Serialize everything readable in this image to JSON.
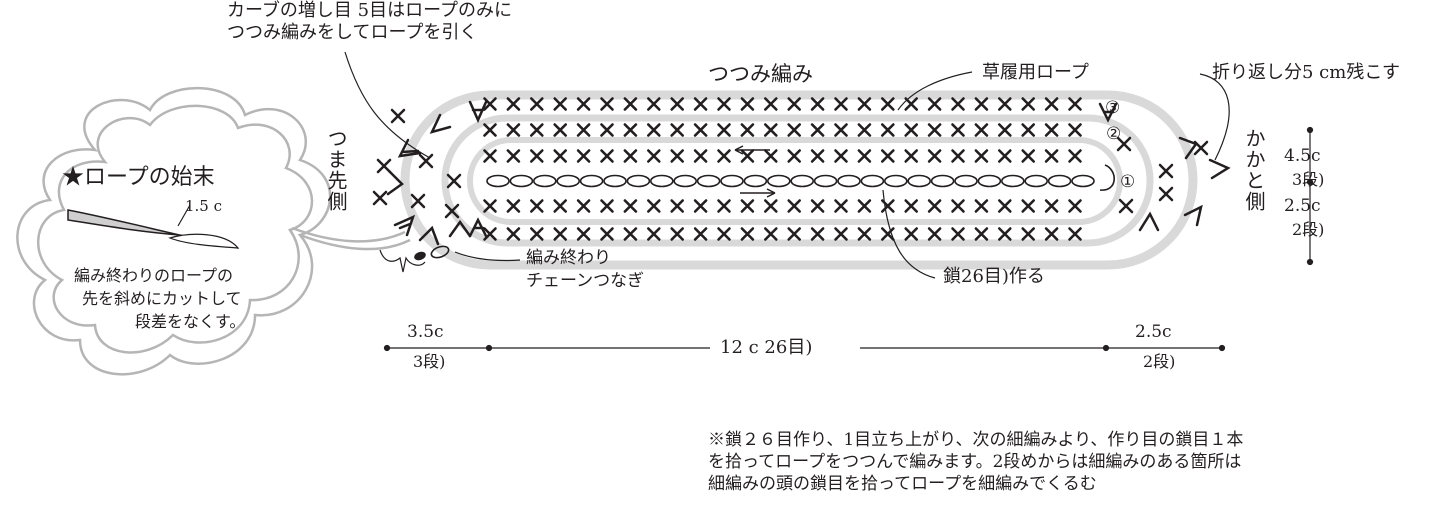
{
  "labels": {
    "curve_note_1": "カーブの増し目 5目はロープのみに",
    "curve_note_2": "つつみ編みをしてロープを引く",
    "tsutsumi": "つつみ編み",
    "rope": "草履用ロープ",
    "fold_note": "折り返し分5 cm残こす",
    "toe_side": "つま先側",
    "heel_side": "かかと側",
    "rope_start_title": "★ロープの始末",
    "rope_cut_len": "1.5 c",
    "rope_end_1": "編み終わりのロープの",
    "rope_end_2": "先を斜めにカットして",
    "rope_end_3": "段差をなくす。",
    "finish_1": "編み終わり",
    "finish_2": "チェーンつなぎ",
    "chain_make": "鎖26目)作る",
    "row_1": "①",
    "row_2": "②",
    "row_3": "③"
  },
  "dimensions": {
    "right_top_value": "4.5c",
    "right_top_rows": "3段)",
    "right_bottom_value": "2.5c",
    "right_bottom_rows": "2段)",
    "bottom_left_value": "3.5c",
    "bottom_left_rows": "3段)",
    "bottom_center": "12 c 26目)",
    "bottom_right_value": "2.5c",
    "bottom_right_rows": "2段)"
  },
  "instructions": [
    "※鎖２６目作り、1目立ち上がり、次の細編みより、作り目の鎖目１本",
    "を拾ってロープをつつんで編みます。2段めからは細編みのある箇所は",
    "細編みの頭の鎖目を拾ってロープを細編みでくるむ"
  ],
  "colors": {
    "ink": "#231f20",
    "rope": "#d9d9d9",
    "bubble": "#b5b5b5"
  }
}
